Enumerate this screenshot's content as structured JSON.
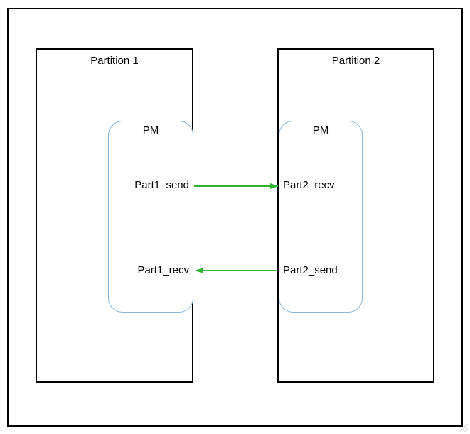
{
  "partitions": [
    {
      "label": "Partition 1",
      "pm": {
        "label": "PM",
        "ports": [
          {
            "label": "Part1_send"
          },
          {
            "label": "Part1_recv"
          }
        ]
      }
    },
    {
      "label": "Partition 2",
      "pm": {
        "label": "PM",
        "ports": [
          {
            "label": "Part2_recv"
          },
          {
            "label": "Part2_send"
          }
        ]
      }
    }
  ],
  "connections": [
    {
      "from": "Part1_send",
      "to": "Part2_recv",
      "direction": "left-to-right"
    },
    {
      "from": "Part2_send",
      "to": "Part1_recv",
      "direction": "right-to-left"
    }
  ],
  "colors": {
    "background": "#ffffff",
    "frame_border": "#000000",
    "partition_border": "#000000",
    "pm_border": "#8ab6d9",
    "arrow": "#33b333",
    "text": "#000000",
    "resize_grip": "#dddddd"
  }
}
